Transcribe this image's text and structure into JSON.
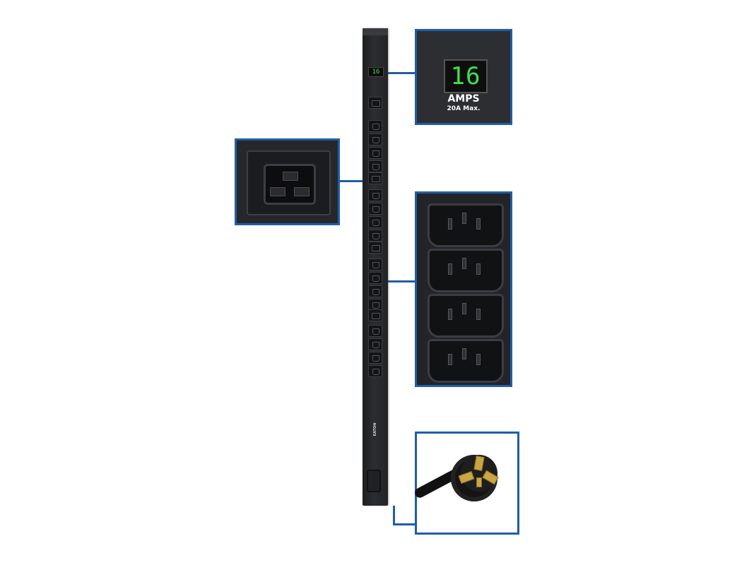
{
  "display": {
    "reading": "16",
    "unit": "AMPS",
    "max": "20A Max."
  },
  "brand": "EATON",
  "colors": {
    "callout_border": "#1f5ea8",
    "led_green": "#3fe04a",
    "housing": "#2a2b2f",
    "plug_prongs": "#c9a544"
  },
  "icons": [
    "c19-outlet-icon",
    "c13-outlet-icon",
    "nema-locking-plug-icon"
  ]
}
